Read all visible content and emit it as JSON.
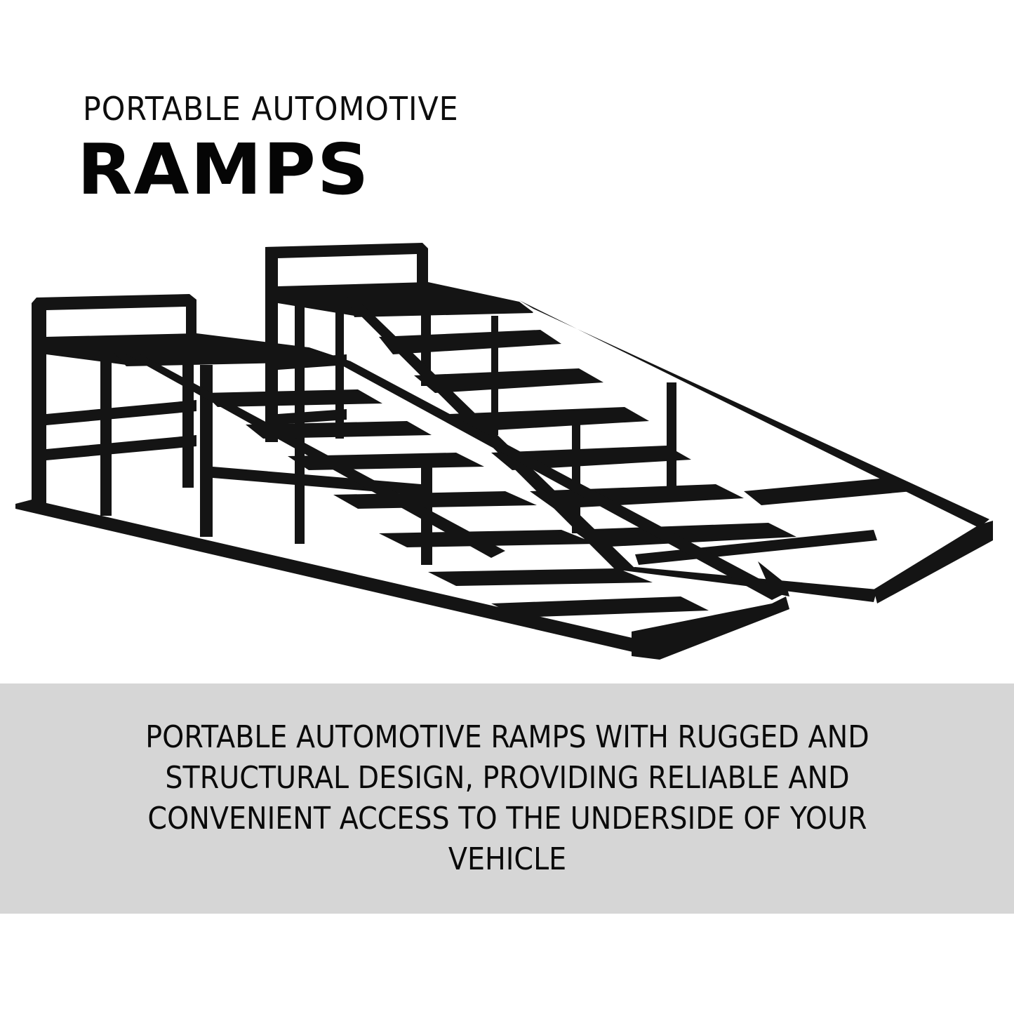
{
  "heading": {
    "subtitle": "PORTABLE AUTOMOTIVE",
    "title": "RAMPS"
  },
  "product_image": {
    "subject": "pair of black steel car ramps",
    "color": "#141414"
  },
  "description_band": {
    "background": "#d6d6d6",
    "text": "PORTABLE AUTOMOTIVE RAMPS WITH RUGGED AND STRUCTURAL DESIGN, PROVIDING RELIABLE AND CONVENIENT ACCESS TO THE UNDERSIDE OF YOUR VEHICLE"
  }
}
